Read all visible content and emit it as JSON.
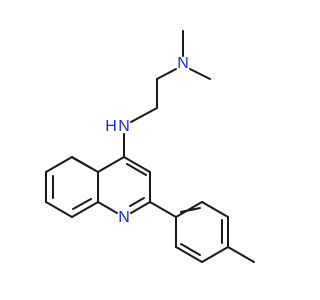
{
  "molecule": {
    "atom_labels": {
      "amine_n": "N",
      "dimethyl_n": "N",
      "ring_n": "N"
    },
    "implicit_h": {
      "amine_h": "H"
    },
    "colors": {
      "bond": "#1a1a1a",
      "nitrogen": "#1a2bd6",
      "background": "#ffffff"
    }
  }
}
